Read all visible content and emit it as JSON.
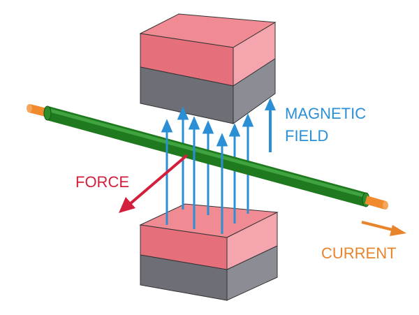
{
  "labels": {
    "magnetic_line1": "MAGNETIC",
    "magnetic_line2": "FIELD",
    "force": "FORCE",
    "current": "CURRENT"
  },
  "icons": {
    "field_arrow": "arrow-up-icon",
    "force_arrow": "arrow-down-left-icon",
    "current_arrow": "arrow-right-icon"
  },
  "colors": {
    "magnet_top": "#f07f8a",
    "magnet_front": "#e5707c",
    "magnet_side": "#f3a0aa",
    "magnet_base_front": "#6d6d74",
    "magnet_base_side": "#8a8a92",
    "field": "#2b8fd6",
    "force": "#d31e3c",
    "current": "#e8842c",
    "wire": "#1f7a1f",
    "wire_light": "#3fa33f",
    "copper": "#f08a2c"
  }
}
